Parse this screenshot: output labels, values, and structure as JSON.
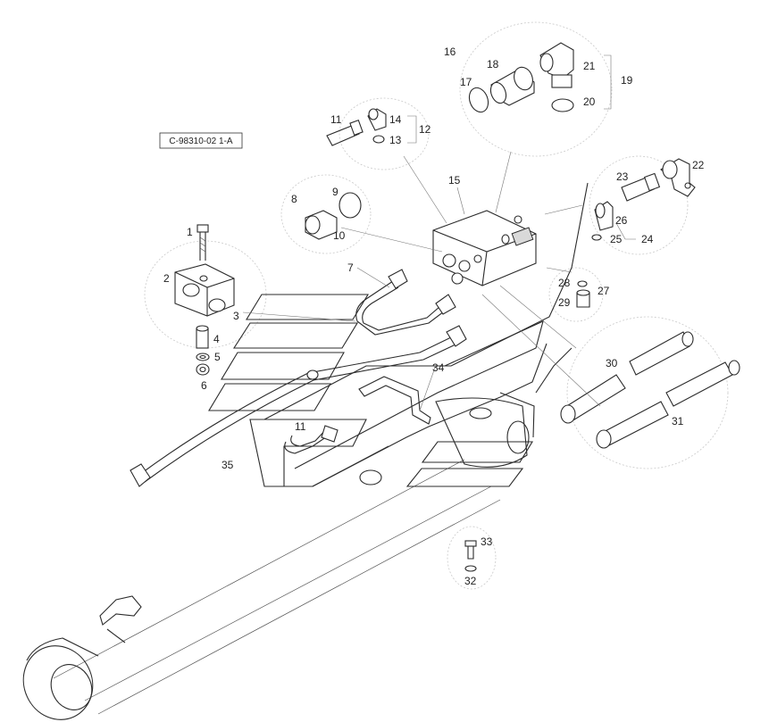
{
  "drawing": {
    "reference_code": "C-98310-02 1-A"
  },
  "callouts": [
    "1",
    "2",
    "3",
    "4",
    "5",
    "6",
    "7",
    "8",
    "9",
    "10",
    "11",
    "12",
    "13",
    "14",
    "15",
    "16",
    "17",
    "18",
    "19",
    "20",
    "21",
    "22",
    "23",
    "24",
    "25",
    "26",
    "27",
    "28",
    "29",
    "30",
    "31",
    "32",
    "33",
    "34",
    "35",
    "11"
  ]
}
